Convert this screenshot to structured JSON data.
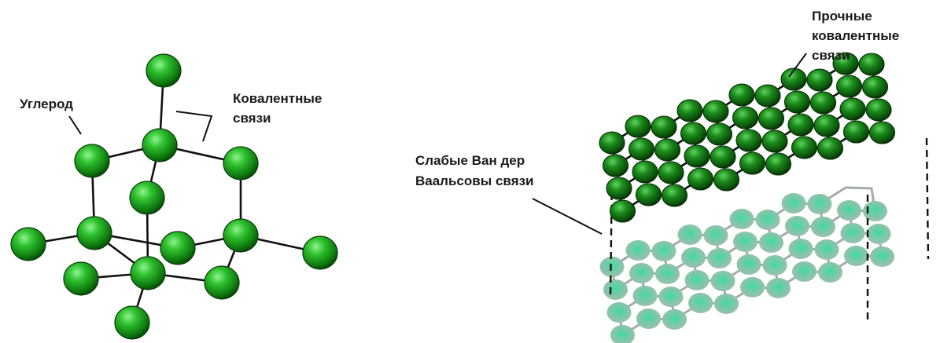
{
  "diagram": {
    "diamond": {
      "carbon_label": "Углерод",
      "bonds_label_lines": [
        "Ковалентные",
        "связи"
      ]
    },
    "graphite": {
      "strong_bonds_lines": [
        "Прочные",
        "ковалентные",
        "связи"
      ],
      "weak_bonds_lines": [
        "Слабые Ван дер",
        "Ваальсовы связи"
      ]
    },
    "colors": {
      "atom_green": "#1fa51f",
      "atom_dark_green": "#0b4d0b",
      "atom_light_teal": "#6cc2a0",
      "bond_black": "#111111",
      "bond_grey": "#a5aba7"
    }
  }
}
